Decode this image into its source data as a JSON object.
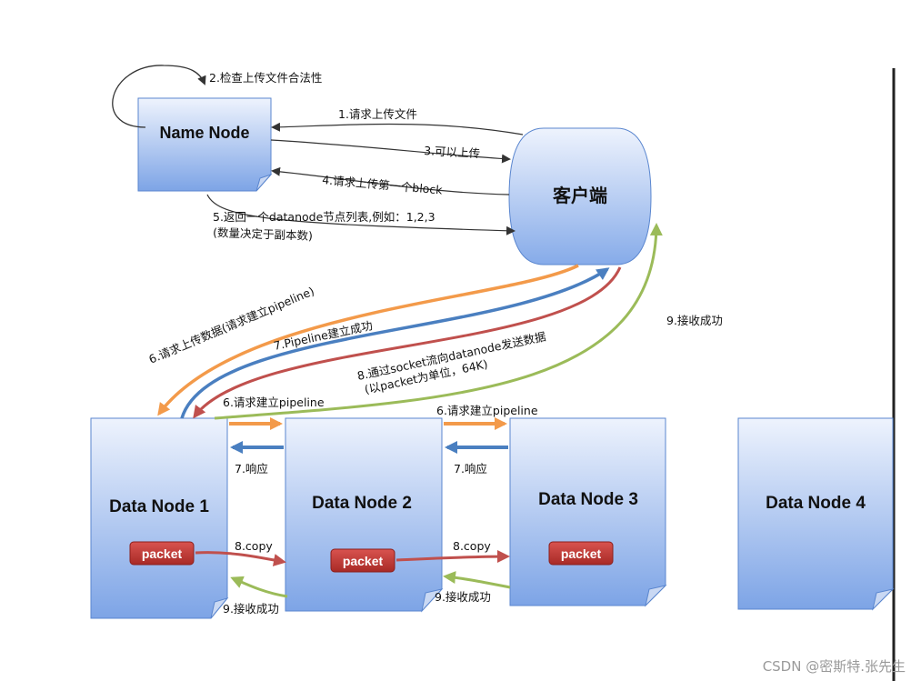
{
  "nodes": {
    "name_node": "Name Node",
    "client": "客户端",
    "data_node_1": "Data Node 1",
    "data_node_2": "Data Node 2",
    "data_node_3": "Data Node 3",
    "data_node_4": "Data Node 4"
  },
  "packets": {
    "p1": "packet",
    "p2": "packet",
    "p3": "packet"
  },
  "annotations": {
    "step2": "2.检查上传文件合法性",
    "step1": "1.请求上传文件",
    "step3": "3.可以上传",
    "step4": "4.请求上传第一个block",
    "step5_line1": "5.返回一个datanode节点列表,例如：1,2,3",
    "step5_line2": "(数量决定于副本数)",
    "step6_client": "6.请求上传数据(请求建立pipeline)",
    "step7_client": "7.Pipeline建立成功",
    "step8_line1": "8.通过socket流向datanode发送数据",
    "step8_line2": "(以packet为单位，64K)",
    "step9_client": "9.接收成功",
    "step6_dn12": "6.请求建立pipeline",
    "step6_dn23": "6.请求建立pipeline",
    "step7_dn21": "7.响应",
    "step7_dn32": "7.响应",
    "copy_12": "8.copy",
    "copy_23": "8.copy",
    "ack_21": "9.接收成功",
    "ack_32": "9.接收成功"
  },
  "colors": {
    "node_fill_top": "#e8eefc",
    "node_fill_bottom": "#7fa6e8",
    "node_stroke": "#4f7ec9",
    "orange": "#f39a4a",
    "blue": "#4a7fc0",
    "red": "#c0504d",
    "green": "#9bbb59",
    "gray": "#333333"
  },
  "watermark": "CSDN @密斯特.张先生"
}
